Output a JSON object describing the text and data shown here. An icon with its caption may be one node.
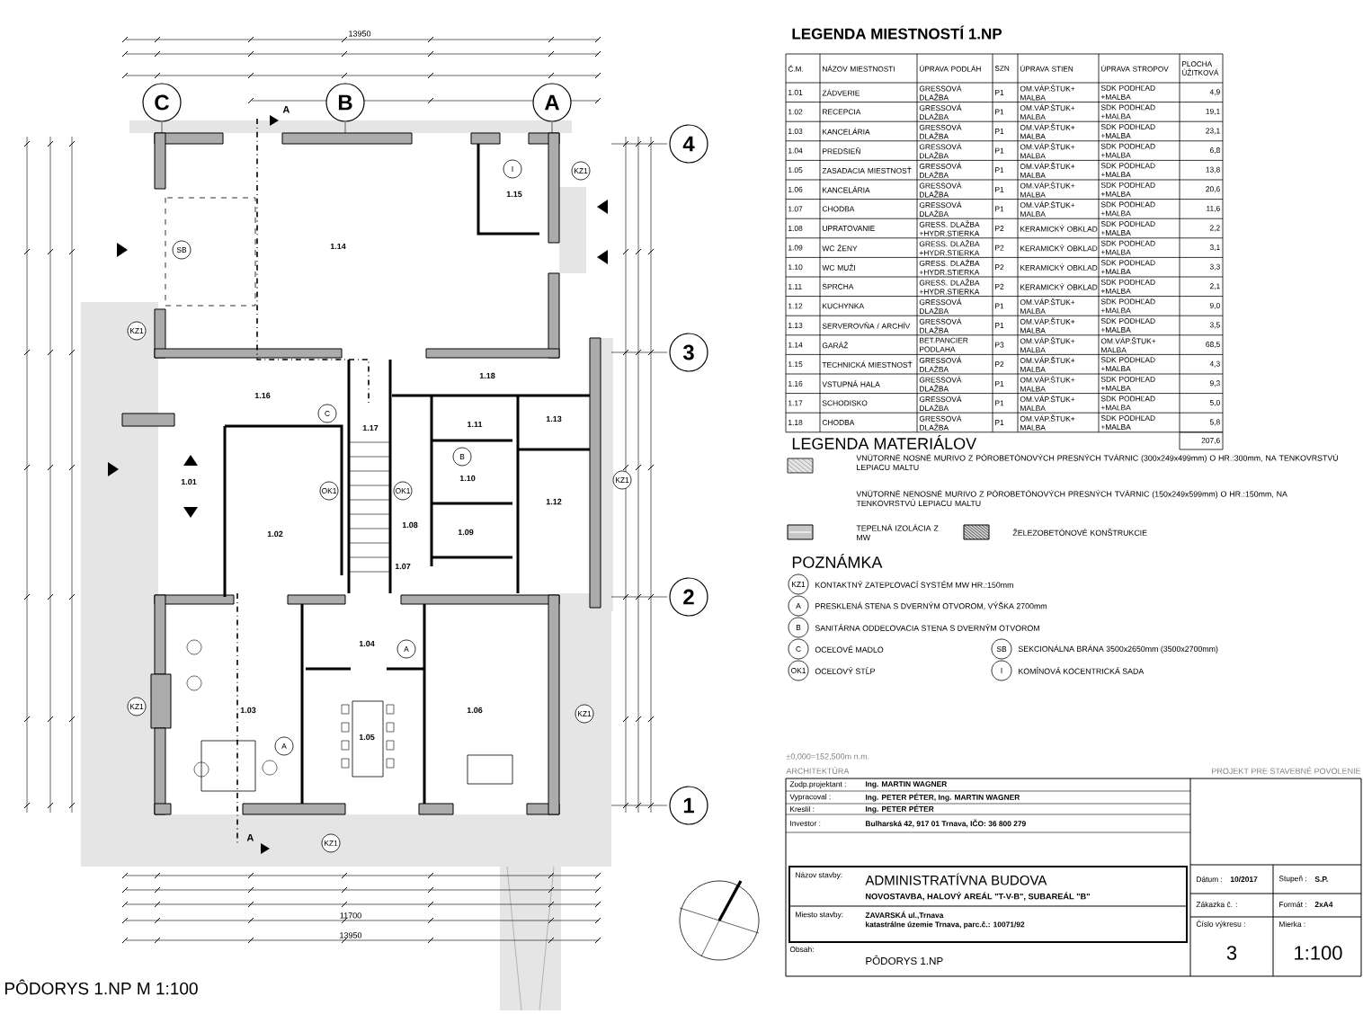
{
  "diagram": {
    "caption": "PÔDORYS 1.NP M 1:100",
    "nodes": [
      {
        "text": [
          "C"
        ]
      },
      {
        "text": [
          "B"
        ]
      },
      {
        "text": [
          "A"
        ]
      },
      {
        "text": [
          "4"
        ]
      },
      {
        "text": [
          "3"
        ]
      },
      {
        "text": [
          "2"
        ]
      },
      {
        "text": [
          "1"
        ]
      },
      {
        "text": [
          "I"
        ]
      },
      {
        "text": [
          "KZ1"
        ]
      },
      {
        "text": [
          "SB"
        ]
      },
      {
        "text": [
          "KZ1"
        ]
      },
      {
        "text": [
          "C"
        ]
      },
      {
        "text": [
          "B"
        ]
      },
      {
        "text": [
          "KZ1"
        ]
      },
      {
        "text": [
          "OK1"
        ]
      },
      {
        "text": [
          "OK1"
        ]
      },
      {
        "text": [
          "A"
        ]
      },
      {
        "text": [
          "KZ1"
        ]
      },
      {
        "text": [
          "KZ1"
        ]
      },
      {
        "text": [
          "A"
        ]
      },
      {
        "text": [
          "KZ1"
        ]
      },
      {
        "text": [
          "KZ1"
        ],
        "beside": [
          "KONTAKTNÝ ZATEPĽOVACÍ SYSTÉM MW HR.:150mm"
        ]
      },
      {
        "text": [
          "A"
        ],
        "beside": [
          "PRESKLENÁ STENA S DVERNÝM OTVOROM, VÝŠKA 2700mm"
        ]
      },
      {
        "text": [
          "B"
        ],
        "beside": [
          "SANITÁRNA ODDEĽOVACIA STENA S DVERNÝM OTVOROM"
        ]
      },
      {
        "text": [
          "C"
        ],
        "beside": [
          "OCEĽOVÉ MADLO"
        ]
      },
      {
        "text": [
          "SB"
        ],
        "beside": [
          "SEKCIONÁLNA BRÁNA 3500x2650mm (3500x2700mm)"
        ]
      },
      {
        "text": [
          "OK1"
        ],
        "beside": [
          "OCEĽOVÝ STĹP"
        ]
      },
      {
        "text": [
          "I"
        ],
        "beside": [
          "KOMÍNOVÁ KOCENTRICKÁ SADA"
        ]
      }
    ],
    "labels": [
      "13950",
      "A",
      "1.01",
      "1.02",
      "1.03",
      "1.04",
      "1.05",
      "1.06",
      "1.07",
      "1.08",
      "1.09",
      "1.10",
      "1.11",
      "1.12",
      "1.13",
      "1.14",
      "1.15",
      "1.16",
      "1.17",
      "1.18",
      "A",
      "11700",
      "13950",
      "LEGENDA MIESTNOSTÍ 1.NP",
      "Č.M.",
      "NÁZOV MIESTNOSTI",
      "ÚPRAVA PODLÁH",
      "SZN",
      "ÚPRAVA STIEN",
      "ÚPRAVA STROPOV",
      "PLOCHA ÚŽITKOVÁ",
      "1.01",
      "ZÁDVERIE",
      "GRESSOVÁ DLAŽBA",
      "P1",
      "OM.VÁP.ŠTUK+ MALBA",
      "SDK PODHĽAD +MALBA",
      "4,9",
      "1.02",
      "RECEPCIA",
      "GRESSOVÁ DLAŽBA",
      "P1",
      "OM.VÁP.ŠTUK+ MALBA",
      "SDK PODHĽAD +MALBA",
      "19,1",
      "1.03",
      "KANCELÁRIA",
      "GRESSOVÁ DLAŽBA",
      "P1",
      "OM.VÁP.ŠTUK+ MALBA",
      "SDK PODHĽAD +MALBA",
      "23,1",
      "1.04",
      "PREDSIEŇ",
      "GRESSOVÁ DLAŽBA",
      "P1",
      "OM.VÁP.ŠTUK+ MALBA",
      "SDK PODHĽAD +MALBA",
      "6,8",
      "1.05",
      "ZASADACIA MIESTNOSŤ",
      "GRESSOVÁ DLAŽBA",
      "P1",
      "OM.VÁP.ŠTUK+ MALBA",
      "SDK PODHĽAD +MALBA",
      "13,8",
      "1.06",
      "KANCELÁRIA",
      "GRESSOVÁ DLAŽBA",
      "P1",
      "OM.VÁP.ŠTUK+ MALBA",
      "SDK PODHĽAD +MALBA",
      "20,6",
      "1.07",
      "CHODBA",
      "GRESSOVÁ DLAŽBA",
      "P1",
      "OM.VÁP.ŠTUK+ MALBA",
      "SDK PODHĽAD +MALBA",
      "11,6",
      "1.08",
      "UPRATOVANIE",
      "GRESS. DLAŽBA +HYDR.STIERKA",
      "P2",
      "KERAMICKÝ OBKLAD",
      "SDK PODHĽAD +MALBA",
      "2,2",
      "1.09",
      "WC ŽENY",
      "GRESS. DLAŽBA +HYDR.STIERKA",
      "P2",
      "KERAMICKÝ OBKLAD",
      "SDK PODHĽAD +MALBA",
      "3,1",
      "1.10",
      "WC MUŽI",
      "GRESS. DLAŽBA +HYDR.STIERKA",
      "P2",
      "KERAMICKÝ OBKLAD",
      "SDK PODHĽAD +MALBA",
      "3,3",
      "1.11",
      "SPRCHA",
      "GRESS. DLAŽBA +HYDR.STIERKA",
      "P2",
      "KERAMICKÝ OBKLAD",
      "SDK PODHĽAD +MALBA",
      "2,1",
      "1.12",
      "KUCHYNKA",
      "GRESSOVÁ DLAŽBA",
      "P1",
      "OM.VÁP.ŠTUK+ MALBA",
      "SDK PODHĽAD +MALBA",
      "9,0",
      "1.13",
      "SERVEROVŇA / ARCHÍV",
      "GRESSOVÁ DLAŽBA",
      "P1",
      "OM.VÁP.ŠTUK+ MALBA",
      "SDK PODHĽAD +MALBA",
      "3,5",
      "1.14",
      "GARÁŽ",
      "BET.PANCIER PODLAHA",
      "P3",
      "OM.VÁP.ŠTUK+ MALBA",
      "OM.VÁP.ŠTUK+ MALBA",
      "68,5",
      "1.15",
      "TECHNICKÁ MIESTNOSŤ",
      "GRESSOVÁ DLAŽBA",
      "P2",
      "OM.VÁP.ŠTUK+ MALBA",
      "SDK PODHĽAD +MALBA",
      "4,3",
      "1.16",
      "VSTUPNÁ HALA",
      "GRESSOVÁ DLAŽBA",
      "P1",
      "OM.VÁP.ŠTUK+ MALBA",
      "SDK PODHĽAD +MALBA",
      "9,3",
      "1.17",
      "SCHODISKO",
      "GRESSOVÁ DLAŽBA",
      "P1",
      "OM.VÁP.ŠTUK+ MALBA",
      "SDK PODHĽAD +MALBA",
      "5,0",
      "1.18",
      "CHODBA",
      "GRESSOVÁ DLAŽBA",
      "P1",
      "OM.VÁP.ŠTUK+ MALBA",
      "SDK PODHĽAD +MALBA",
      "5,8",
      "207,6",
      "LEGENDA MATERIÁLOV",
      "POZNÁMKA",
      "±0,000=152,500m n.m.",
      "ARCHITEKTÚRA",
      "PROJEKT PRE STAVEBNÉ POVOLENIE",
      "Zodp.projektant :",
      "Ing. MARTIN WAGNER",
      "Vypracoval :",
      "Ing. PETER PÉTER, Ing. MARTIN WAGNER",
      "Kreslil :",
      "Ing. PETER PÉTER",
      "Investor :",
      "Bulharská 42, 917 01 Trnava, IČO: 36 800 279",
      "Názov stavby:",
      "ADMINISTRATÍVNA BUDOVA",
      "NOVOSTAVBA, HALOVÝ AREÁL \"T-V-B\", SUBAREÁL \"B\"",
      "Miesto stavby:",
      "ZAVARSKÁ ul.,Trnava",
      "katastrálne územie Trnava, parc.č.: 10071/92",
      "Obsah:",
      "PÔDORYS 1.NP",
      "Dátum :",
      "10/2017",
      "Stupeň :",
      "S.P.",
      "Zákazka č. :",
      "Formát :",
      "2xA4",
      "Číslo výkresu :",
      "3",
      "Mierka :",
      "1:100"
    ],
    "legend": [
      {
        "text": "VNÚTORNÉ NOSNÉ MURIVO Z PÓROBETÓNOVÝCH PRESNÝCH TVÁRNIC (300x249x499mm) O HR.:300mm, NA TENKOVRSTVÚ LEPIACU MALTU"
      },
      {
        "text": "VNÚTORNÉ NENOSNÉ MURIVO Z PÓROBETÓNOVÝCH PRESNÝCH TVÁRNIC (150x249x599mm) O HR.:150mm, NA TENKOVRSTVÚ LEPIACU MALTU"
      },
      {
        "text": "TEPELNÁ IZOLÁCIA Z MW"
      },
      {
        "text": "ŽELEZOBETÓNOVÉ KONŠTRUKCIE"
      }
    ]
  }
}
